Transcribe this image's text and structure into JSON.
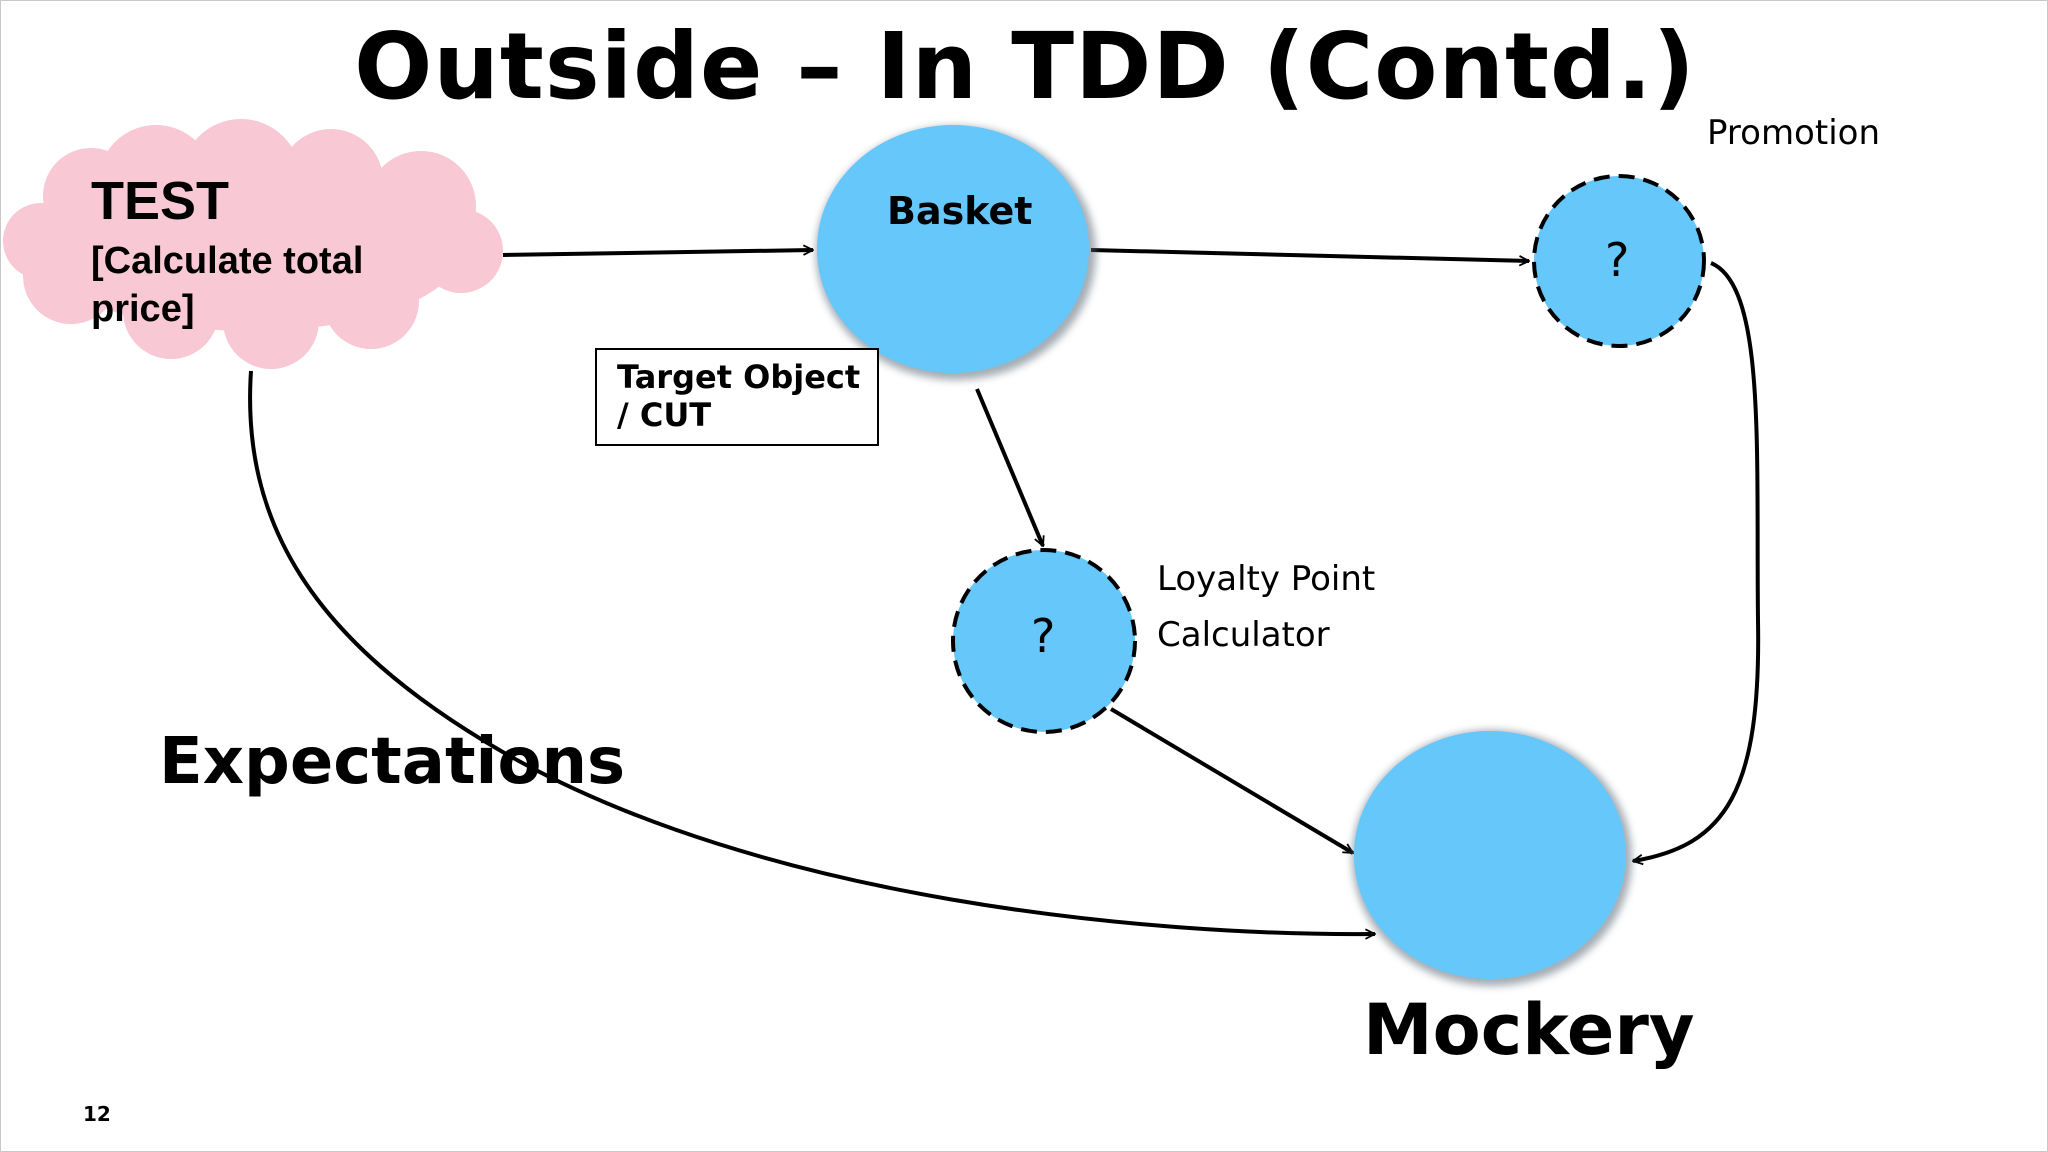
{
  "title": "Outside – In TDD (Contd.)",
  "test_cloud": {
    "title": "TEST",
    "subtitle": "[Calculate total price]"
  },
  "basket_label": "Basket",
  "target_label": "Target Object / CUT",
  "promotion": {
    "label": "Promotion",
    "placeholder": "?"
  },
  "loyalty": {
    "label": "Loyalty Point Calculator",
    "placeholder": "?"
  },
  "expectations_label": "Expectations",
  "mockery_label": "Mockery",
  "page_number": "12",
  "colors": {
    "circle_fill": "#66c7fa",
    "cloud_fill": "#f8c8d4",
    "line": "#000000"
  }
}
